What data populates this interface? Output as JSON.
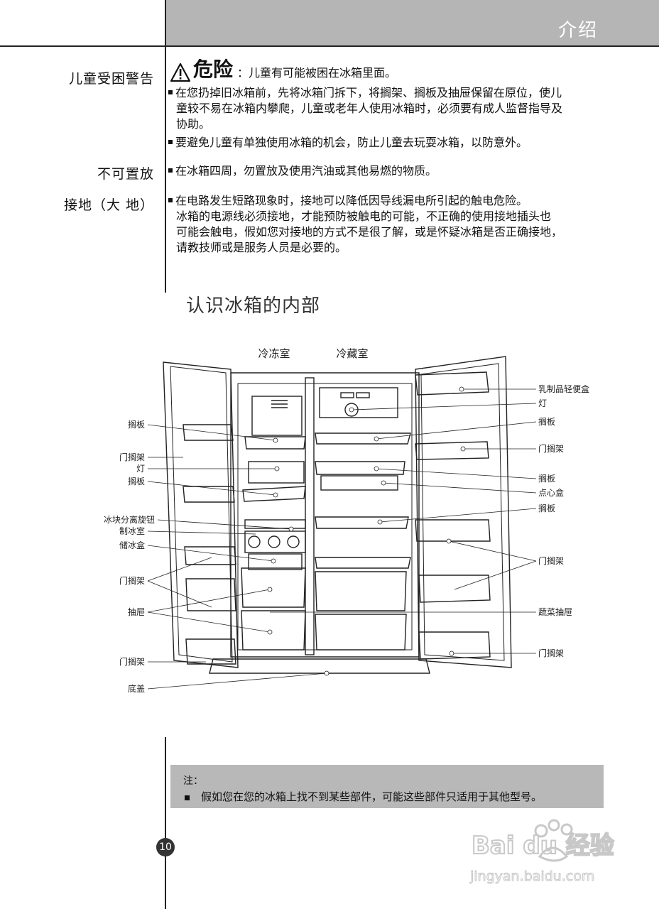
{
  "header": {
    "title": "介绍"
  },
  "warnings": {
    "children": {
      "label": "儿童受困警告",
      "danger_word": "危险",
      "danger_text": "：儿童有可能被困在冰箱里面。",
      "line1": "在您扔掉旧冰箱前，先将冰箱门拆下，将搁架、搁板及抽屉保留在原位，使儿",
      "line1b": "童较不易在冰箱内攀爬，儿童或老年人使用冰箱时，必须要有成人监督指导及",
      "line1c": "协助。",
      "line2": "要避免儿童有单独使用冰箱的机会，防止儿童去玩耍冰箱，以防意外。"
    },
    "placement": {
      "label": "不可置放",
      "text": "在冰箱四周，勿置放及使用汽油或其他易燃的物质。"
    },
    "grounding": {
      "label": "接地（大 地）",
      "line1": "在电路发生短路现象时，接地可以降低因导线漏电所引起的触电危险。",
      "line2": "冰箱的电源线必须接地，才能预防被触电的可能，不正确的使用接地插头也",
      "line3": "可能会触电，假如您对接地的方式不是很了解，或是怀疑冰箱是否正确接地，",
      "line4": "请教技师或是服务人员是必要的。"
    }
  },
  "section": {
    "title": "认识冰箱的内部"
  },
  "diagram": {
    "compartments": {
      "freezer": "冷冻室",
      "fridge": "冷藏室"
    },
    "left_labels": [
      "搁板",
      "门搁架",
      "灯",
      "搁板",
      "冰块分离旋钮",
      "制冰室",
      "储冰盒",
      "门搁架",
      "抽屉",
      "门搁架",
      "底盖"
    ],
    "right_labels": [
      "乳制品轻便盒",
      "灯",
      "搁板",
      "门搁架",
      "搁板",
      "点心盒",
      "搁板",
      "门搁架",
      "蔬菜抽屉",
      "门搁架"
    ]
  },
  "note": {
    "head": "注：",
    "text": "假如您在您的冰箱上找不到某些部件，可能这些部件只适用于其他型号。"
  },
  "page": {
    "number": "10"
  },
  "watermark": {
    "brand": "Bai du 经验",
    "url": "jingyan.baidu.com"
  }
}
